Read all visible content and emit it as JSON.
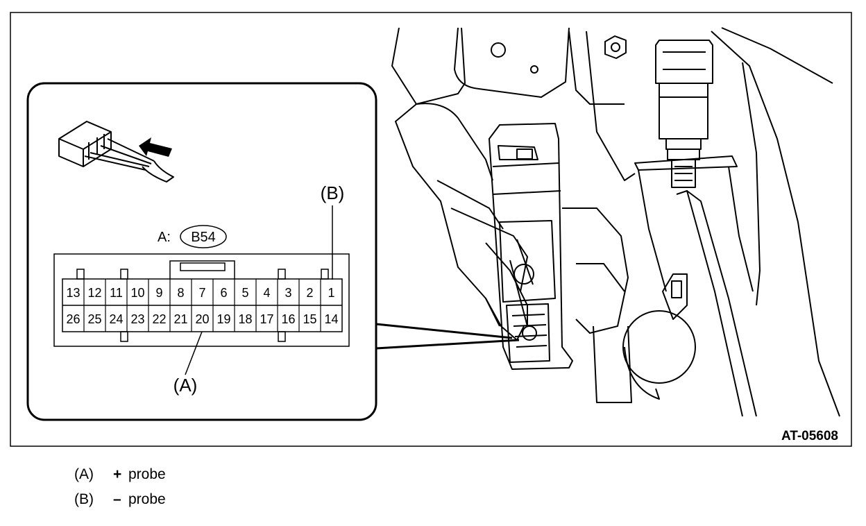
{
  "connector": {
    "prefix": "A:",
    "id": "B54",
    "top_row": [
      "13",
      "12",
      "11",
      "10",
      "9",
      "8",
      "7",
      "6",
      "5",
      "4",
      "3",
      "2",
      "1"
    ],
    "bottom_row": [
      "26",
      "25",
      "24",
      "23",
      "22",
      "21",
      "20",
      "19",
      "18",
      "17",
      "16",
      "15",
      "14"
    ]
  },
  "callouts": {
    "a": "(A)",
    "b": "(B)"
  },
  "figure_code": "AT-05608",
  "legend": [
    {
      "key": "(A)",
      "symbol": "+",
      "text": "probe"
    },
    {
      "key": "(B)",
      "symbol": "–",
      "text": "probe"
    }
  ]
}
